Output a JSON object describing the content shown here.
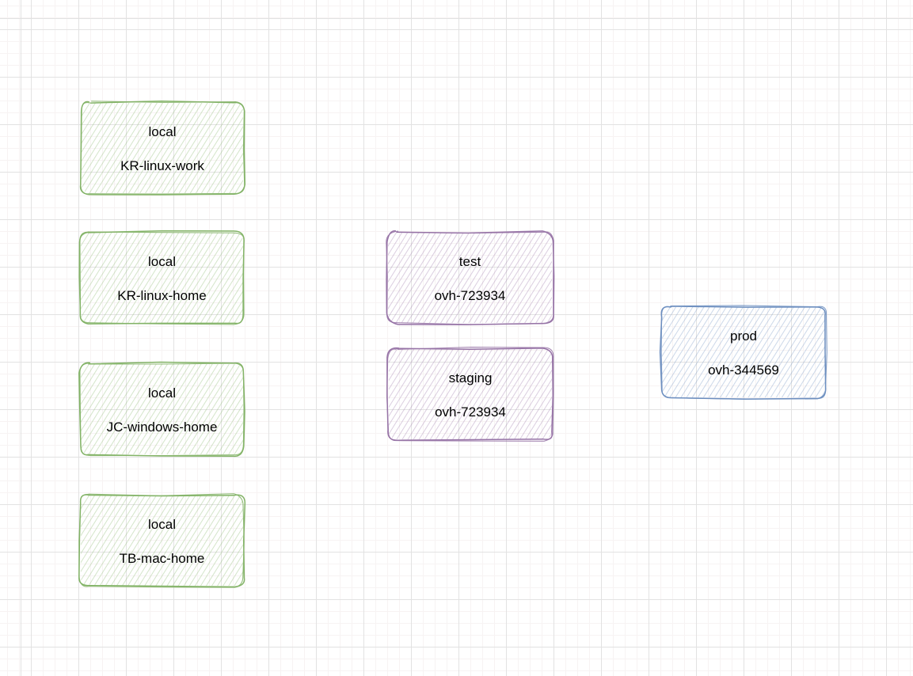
{
  "diagram": {
    "nodes": [
      {
        "label": "local",
        "sublabel": "KR-linux-work",
        "color": "green"
      },
      {
        "label": "local",
        "sublabel": "KR-linux-home",
        "color": "green"
      },
      {
        "label": "local",
        "sublabel": "JC-windows-home",
        "color": "green"
      },
      {
        "label": "local",
        "sublabel": "TB-mac-home",
        "color": "green"
      },
      {
        "label": "test",
        "sublabel": "ovh-723934",
        "color": "purple"
      },
      {
        "label": "staging",
        "sublabel": "ovh-723934",
        "color": "purple"
      },
      {
        "label": "prod",
        "sublabel": "ovh-344569",
        "color": "blue"
      }
    ],
    "palette": {
      "green": "#82b366",
      "purple": "#9673a6",
      "blue": "#6c8ebf"
    },
    "grid": {
      "minor_color": "#f7f3f3",
      "major_color": "#e2e2e2"
    },
    "text_color": "#000000"
  }
}
